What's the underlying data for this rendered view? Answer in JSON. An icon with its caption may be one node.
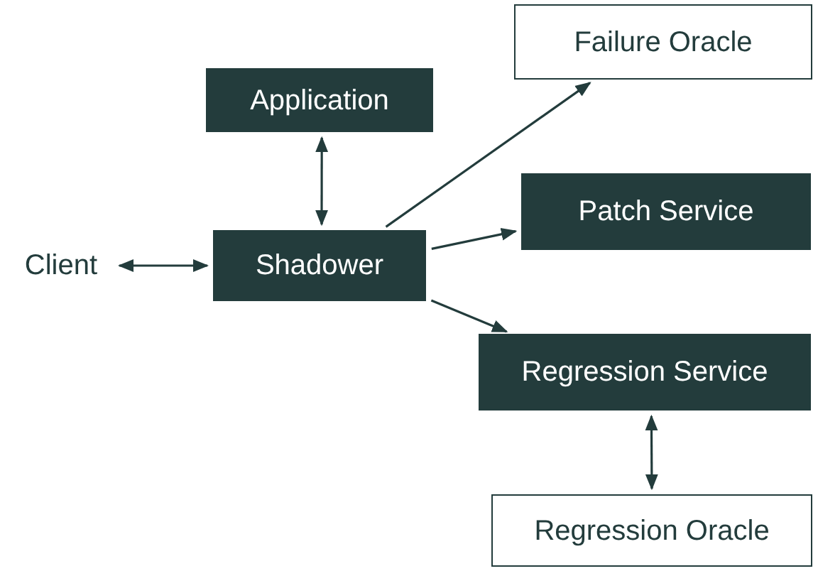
{
  "diagram": {
    "nodes": [
      {
        "text": [
          "Failure Oracle"
        ]
      },
      {
        "text": [
          "Application"
        ]
      },
      {
        "text": [
          "Patch Service"
        ]
      },
      {
        "text": [
          "Client"
        ]
      },
      {
        "text": [
          "Shadower"
        ]
      },
      {
        "text": [
          "Regression Service"
        ]
      },
      {
        "text": [
          "Regression Oracle"
        ]
      }
    ],
    "edges": [
      {
        "from": 1,
        "to": 4,
        "arrow": "both"
      },
      {
        "from": 4,
        "to": 0,
        "arrow": "to"
      },
      {
        "from": 4,
        "to": 2,
        "arrow": "to"
      },
      {
        "from": 3,
        "to": 4,
        "arrow": "both"
      },
      {
        "from": 4,
        "to": 5,
        "arrow": "to"
      },
      {
        "from": 5,
        "to": 6,
        "arrow": "both"
      }
    ]
  }
}
